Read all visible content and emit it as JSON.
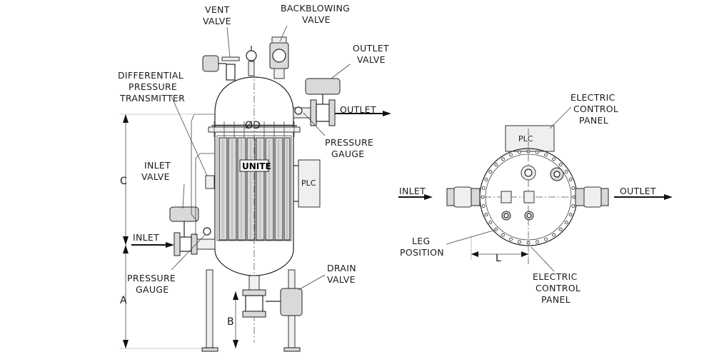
{
  "labels": {
    "vent_valve": [
      "VENT",
      "VALVE"
    ],
    "backblowing_valve": [
      "BACKBLOWING",
      "VALVE"
    ],
    "outlet_valve": [
      "OUTLET",
      "VALVE"
    ],
    "differential_pressure_transmitter": [
      "DIFFERENTIAL",
      "PRESSURE",
      "TRANSMITTER"
    ],
    "outlet": "OUTLET",
    "pressure_gauge_right": [
      "PRESSURE",
      "GAUGE"
    ],
    "inlet_valve": [
      "INLET",
      "VALVE"
    ],
    "inlet": "INLET",
    "pressure_gauge_left": [
      "PRESSURE",
      "GAUGE"
    ],
    "drain_valve": [
      "DRAIN",
      "VALVE"
    ],
    "electric_control_panel_top": [
      "ELECTRIC",
      "CONTROL",
      "PANEL"
    ],
    "inlet_plan": "INLET",
    "outlet_plan": "OUTLET",
    "leg_position": [
      "LEG",
      "POSITION"
    ],
    "electric_control_panel_bottom": [
      "ELECTRIC",
      "CONTROL",
      "PANEL"
    ],
    "plc_side": "PLC",
    "plc_top": "PLC",
    "brand": "UNITE",
    "diameter_symbol": "ØD"
  },
  "dimensions": {
    "c": "C",
    "a": "A",
    "b": "B",
    "l": "L"
  }
}
